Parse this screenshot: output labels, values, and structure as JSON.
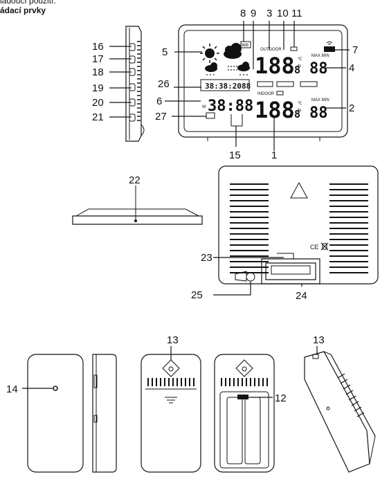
{
  "header": {
    "line1": "ládoucí použití.",
    "line2": "ádací prvky"
  },
  "callouts": [
    "1",
    "2",
    "3",
    "4",
    "5",
    "6",
    "7",
    "8",
    "9",
    "10",
    "11",
    "12",
    "13",
    "14",
    "15",
    "16",
    "17",
    "18",
    "19",
    "20",
    "21",
    "22",
    "23",
    "24",
    "25",
    "26",
    "27"
  ],
  "display": {
    "outdoor": "OUTDOOR",
    "indoor": "INDOOR",
    "maxmin": "MAX MIN",
    "big_temp": "188",
    "big_decimal": ".8",
    "small_temp": "88",
    "calendar": "38:38:2088",
    "clock": "38:88",
    "ce": "CE"
  }
}
